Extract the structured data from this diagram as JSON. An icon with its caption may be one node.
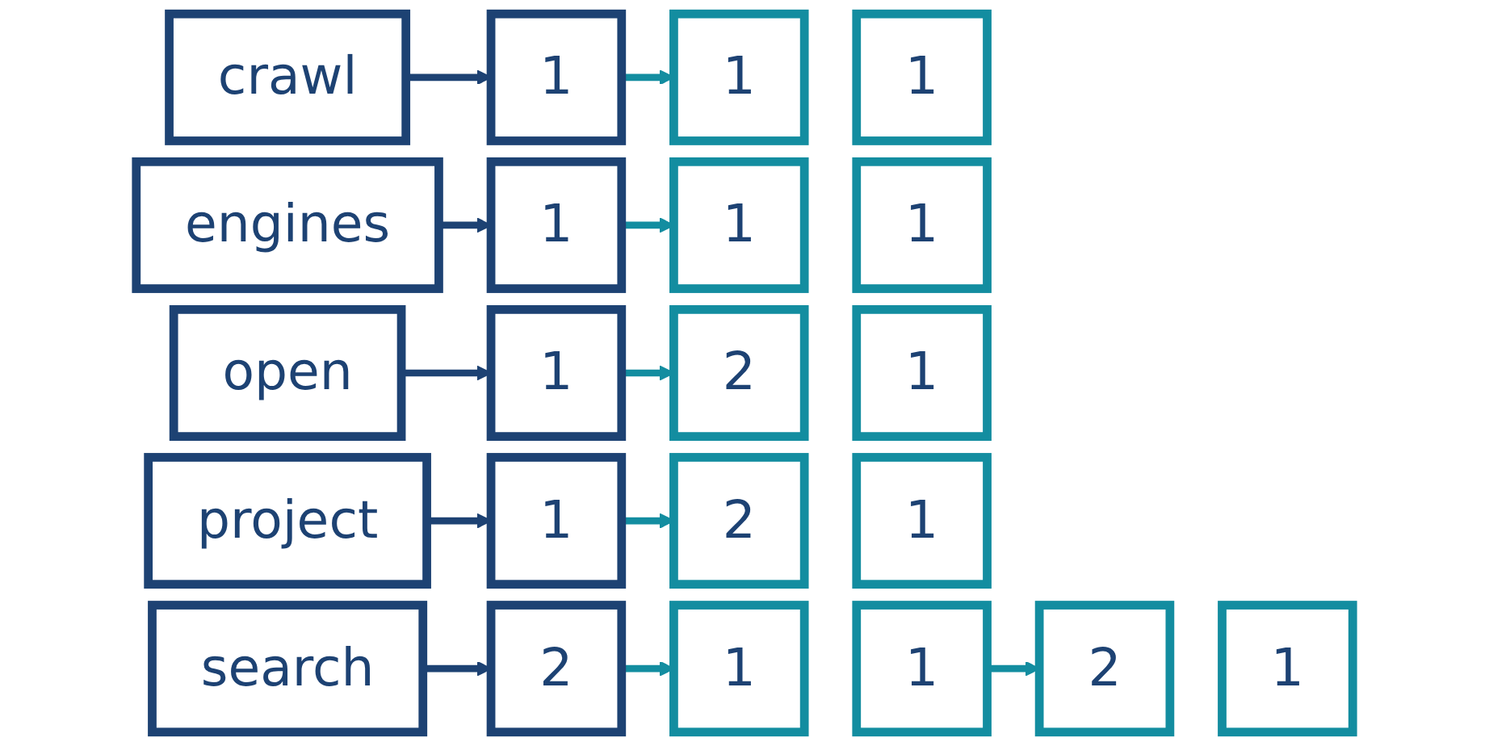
{
  "diagram": {
    "nodes": [
      {
        "text": [
          "crawl"
        ]
      },
      {
        "text": [
          "1"
        ]
      },
      {
        "text": [
          "1"
        ]
      },
      {
        "text": [
          "1"
        ]
      },
      {
        "text": [
          "engines"
        ]
      },
      {
        "text": [
          "1"
        ]
      },
      {
        "text": [
          "1"
        ]
      },
      {
        "text": [
          "1"
        ]
      },
      {
        "text": [
          "open"
        ]
      },
      {
        "text": [
          "1"
        ]
      },
      {
        "text": [
          "2"
        ]
      },
      {
        "text": [
          "1"
        ]
      },
      {
        "text": [
          "project"
        ]
      },
      {
        "text": [
          "1"
        ]
      },
      {
        "text": [
          "2"
        ]
      },
      {
        "text": [
          "1"
        ]
      },
      {
        "text": [
          "search"
        ]
      },
      {
        "text": [
          "2"
        ]
      },
      {
        "text": [
          "1"
        ]
      },
      {
        "text": [
          "1"
        ]
      },
      {
        "text": [
          "2"
        ]
      },
      {
        "text": [
          "1"
        ]
      }
    ],
    "edges": [
      {
        "from": 0,
        "to": 1,
        "arrow": "to",
        "color": "#1d4273"
      },
      {
        "from": 1,
        "to": 2,
        "arrow": "to",
        "color": "#138da0"
      },
      {
        "from": 4,
        "to": 5,
        "arrow": "to",
        "color": "#1d4273"
      },
      {
        "from": 5,
        "to": 6,
        "arrow": "to",
        "color": "#138da0"
      },
      {
        "from": 8,
        "to": 9,
        "arrow": "to",
        "color": "#1d4273"
      },
      {
        "from": 9,
        "to": 10,
        "arrow": "to",
        "color": "#138da0"
      },
      {
        "from": 12,
        "to": 13,
        "arrow": "to",
        "color": "#1d4273"
      },
      {
        "from": 13,
        "to": 14,
        "arrow": "to",
        "color": "#138da0"
      },
      {
        "from": 16,
        "to": 17,
        "arrow": "to",
        "color": "#1d4273"
      },
      {
        "from": 17,
        "to": 18,
        "arrow": "to",
        "color": "#138da0"
      },
      {
        "from": 19,
        "to": 20,
        "arrow": "to",
        "color": "#138da0"
      }
    ]
  }
}
